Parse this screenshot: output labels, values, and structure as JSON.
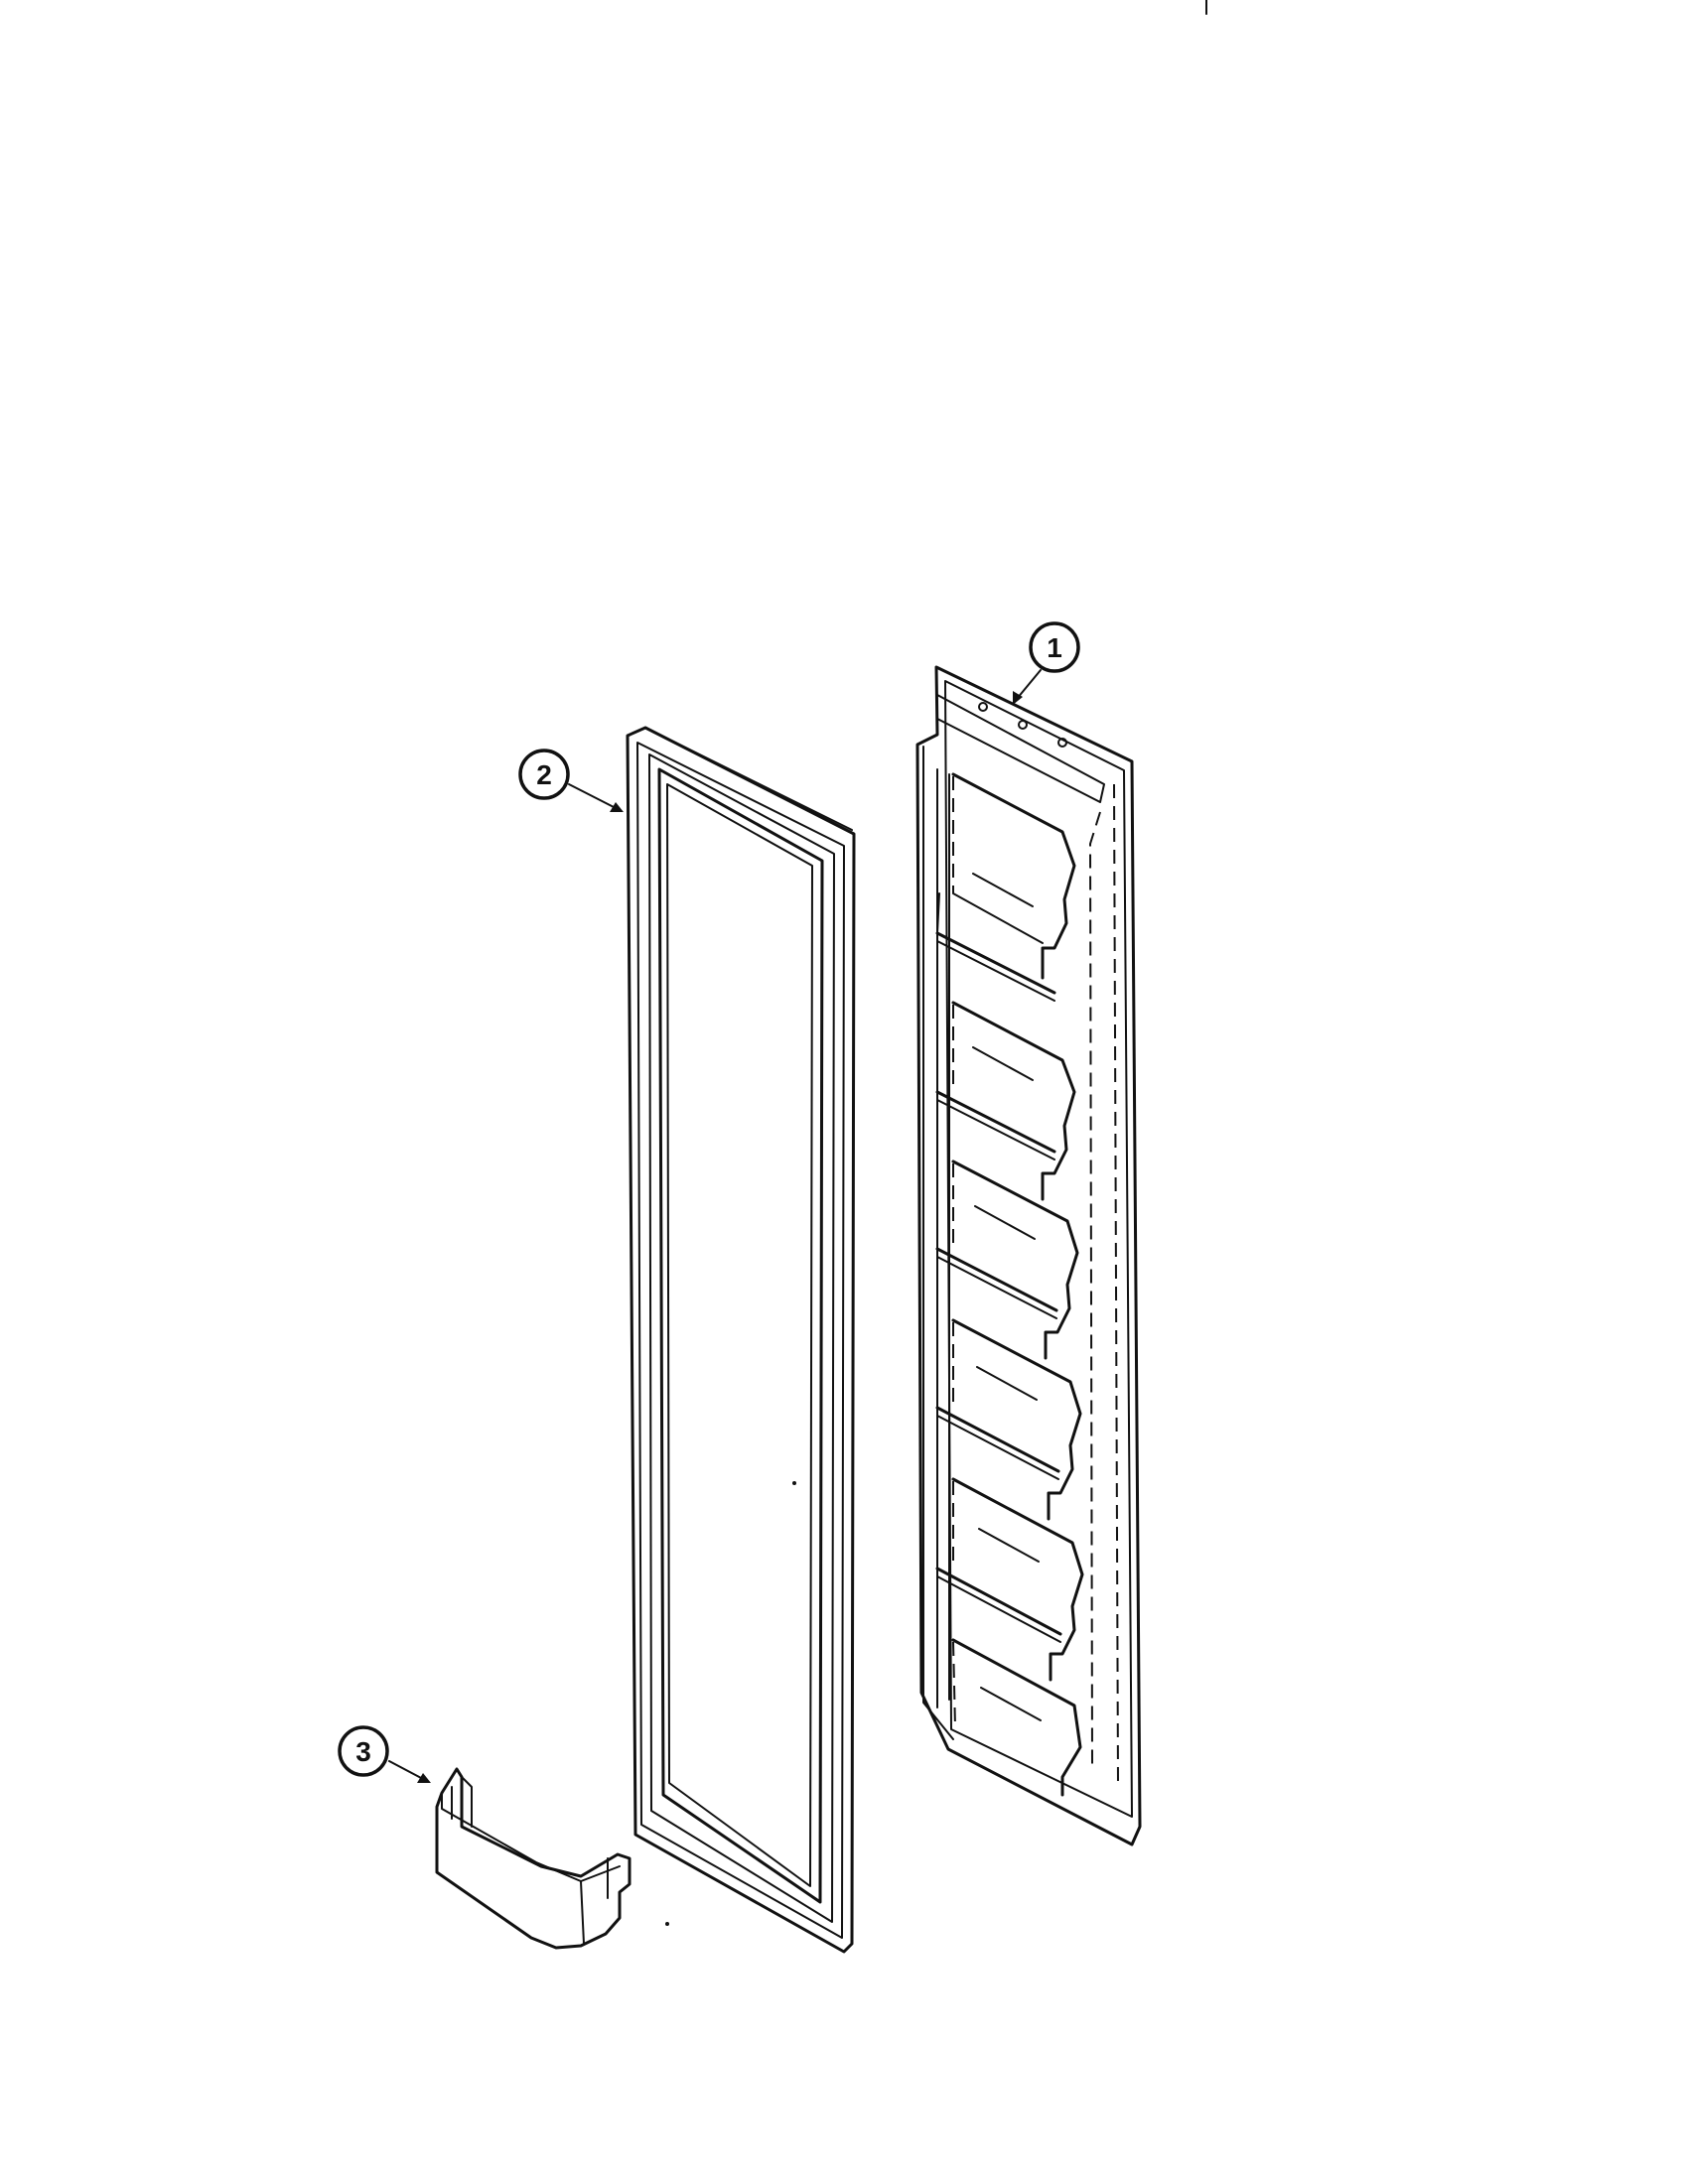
{
  "diagram": {
    "callouts": [
      {
        "id": "1",
        "label": "1"
      },
      {
        "id": "2",
        "label": "2"
      },
      {
        "id": "3",
        "label": "3"
      }
    ],
    "colors": {
      "ink": "#111111",
      "paper": "#ffffff"
    }
  }
}
